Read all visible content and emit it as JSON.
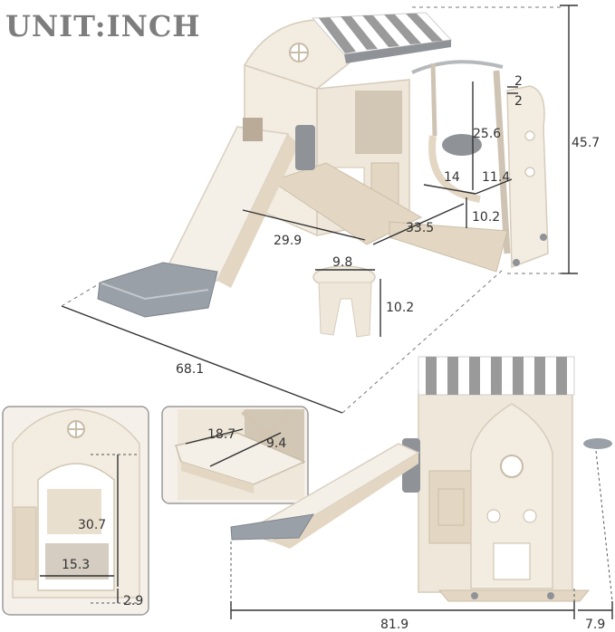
{
  "title": "UNIT:INCH",
  "dimensions": {
    "roof_a": "2",
    "roof_b": "2",
    "total_height": "45.7",
    "swing_height": "25.6",
    "swing_depth": "14",
    "swing_width": "11.4",
    "swing_seat_height": "10.2",
    "house_width": "29.9",
    "house_depth": "33.5",
    "stool_top": "9.8",
    "stool_height": "10.2",
    "total_length": "68.1",
    "door_height": "30.7",
    "door_width": "15.3",
    "door_sill": "2.9",
    "desk_width": "18.7",
    "desk_depth": "9.4",
    "front_length": "81.9",
    "side_extra": "7.9"
  },
  "colors": {
    "cream": "#f2ece1",
    "beige": "#e3d7c3",
    "taupe": "#b9ab97",
    "grey": "#8f9398",
    "slide_grey": "#9aa0a8",
    "stripe_grey": "#9a9a9a"
  }
}
